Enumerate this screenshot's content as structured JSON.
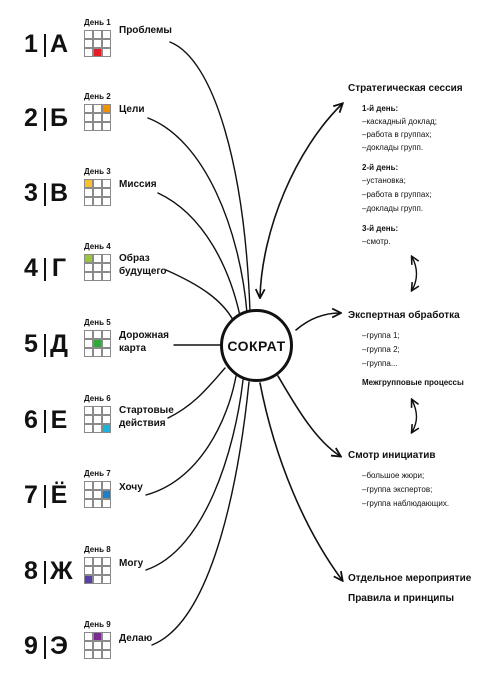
{
  "days": [
    {
      "num": "1",
      "letter": "А",
      "day_label": "День 1",
      "title_lines": [
        "Проблемы"
      ],
      "color": "#e41e26",
      "cell": 7
    },
    {
      "num": "2",
      "letter": "Б",
      "day_label": "День 2",
      "title_lines": [
        "Цели"
      ],
      "color": "#f39200",
      "cell": 2
    },
    {
      "num": "3",
      "letter": "В",
      "day_label": "День 3",
      "title_lines": [
        "Миссия"
      ],
      "color": "#fbc02d",
      "cell": 0
    },
    {
      "num": "4",
      "letter": "Г",
      "day_label": "День 4",
      "title_lines": [
        "Образ",
        "будущего"
      ],
      "color": "#9bc53d",
      "cell": 0
    },
    {
      "num": "5",
      "letter": "Д",
      "day_label": "День 5",
      "title_lines": [
        "Дорожная",
        "карта"
      ],
      "color": "#2eaa3b",
      "cell": 4
    },
    {
      "num": "6",
      "letter": "Е",
      "day_label": "День 6",
      "title_lines": [
        "Стартовые",
        "действия"
      ],
      "color": "#1ab2d8",
      "cell": 8
    },
    {
      "num": "7",
      "letter": "Ё",
      "day_label": "День 7",
      "title_lines": [
        "Хочу"
      ],
      "color": "#1e7ec8",
      "cell": 5
    },
    {
      "num": "8",
      "letter": "Ж",
      "day_label": "День 8",
      "title_lines": [
        "Могу"
      ],
      "color": "#5b3fa8",
      "cell": 6
    },
    {
      "num": "9",
      "letter": "Э",
      "day_label": "День 9",
      "title_lines": [
        "Делаю"
      ],
      "color": "#7a2d8e",
      "cell": 1
    }
  ],
  "center": {
    "title": "СОКРАТ"
  },
  "right": {
    "strategic": {
      "title": "Стратегическая сессия",
      "day1": "1-й день:",
      "day1_items": [
        "–каскадный доклад;",
        "–работа в группах;",
        "–доклады групп."
      ],
      "day2": "2-й день:",
      "day2_items": [
        "–установка;",
        "–работа в группах;",
        "–доклады групп."
      ],
      "day3": "3-й день:",
      "day3_items": [
        "–смотр."
      ]
    },
    "expert": {
      "title": "Экспертная обработка",
      "items": [
        "–группа 1;",
        "–группа 2;",
        "–группа..."
      ],
      "note": "Межгрупповые процессы"
    },
    "review": {
      "title": "Смотр инициатив",
      "items": [
        "–большое жюри;",
        "–группа экспертов;",
        "–группа наблюдающих."
      ]
    },
    "separate": {
      "title": "Отдельное мероприятие"
    },
    "rules": {
      "title": "Правила и принципы"
    }
  }
}
